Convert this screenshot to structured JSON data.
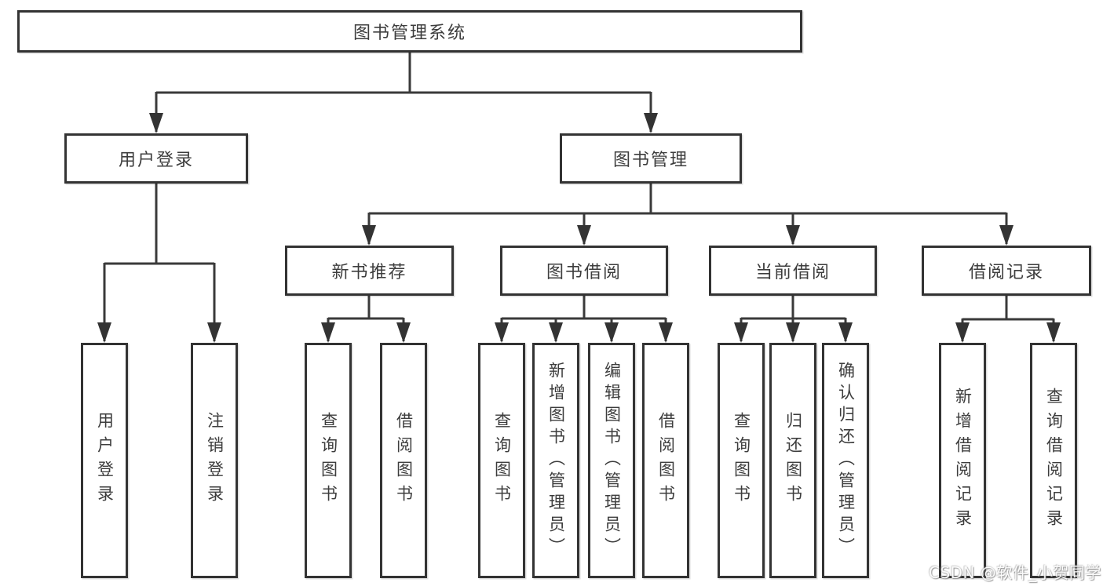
{
  "tree": {
    "root": "图书管理系统",
    "branches": {
      "user_login": "用户登录",
      "book_mgmt": "图书管理"
    },
    "modules": {
      "new_book_rec": "新书推荐",
      "book_borrow": "图书借阅",
      "current_borrow": "当前借阅",
      "borrow_records": "借阅记录"
    },
    "leaves": {
      "user_login": "用户登录",
      "logout": "注销登录",
      "rec_query_book": "查询图书",
      "rec_borrow_book": "借阅图书",
      "bb_query_book": "查询图书",
      "bb_add_book": "新增图书（管理员）",
      "bb_edit_book": "编辑图书（管理员）",
      "bb_borrow_book": "借阅图书",
      "cb_query_book": "查询图书",
      "cb_return_book": "归还图书",
      "cb_confirm_return": "确认归还（管理员）",
      "br_add_record": "新增借阅记录",
      "br_query_record": "查询借阅记录"
    }
  },
  "watermark": "CSDN @软件_小贺同学"
}
